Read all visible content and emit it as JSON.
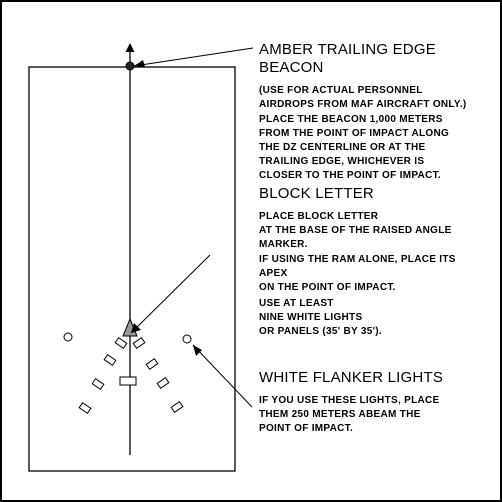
{
  "beacon": {
    "title": [
      "AMBER TRAILING EDGE",
      "BEACON"
    ],
    "note": [
      "(USE FOR ACTUAL PERSONNEL",
      "AIRDROPS FROM MAF AIRCRAFT ONLY.)"
    ],
    "instruction": [
      "PLACE THE BEACON 1,000 METERS",
      "FROM THE POINT OF IMPACT ALONG",
      "THE DZ CENTERLINE OR AT THE",
      "TRAILING EDGE, WHICHEVER IS",
      "CLOSER TO THE POINT OF IMPACT."
    ]
  },
  "block_letter": {
    "title": "BLOCK LETTER",
    "instruction_1": [
      "PLACE BLOCK LETTER",
      "AT THE BASE OF THE RAISED ANGLE",
      "MARKER."
    ],
    "instruction_2": [
      "IF USING THE RAM ALONE, PLACE ITS",
      "APEX",
      "ON THE POINT OF IMPACT."
    ],
    "instruction_3": [
      "USE AT LEAST",
      "NINE WHITE LIGHTS",
      "OR PANELS (35' BY 35')."
    ]
  },
  "flanker": {
    "title": "WHITE FLANKER LIGHTS",
    "instruction": [
      "IF YOU USE THESE LIGHTS, PLACE",
      "THEM 250 METERS ABEAM THE",
      "POINT OF IMPACT."
    ]
  },
  "colors": {
    "line": "#000000",
    "beacon_fill": "#222222",
    "ram_fill": "#9a9a9a",
    "background": "#ffffff"
  }
}
